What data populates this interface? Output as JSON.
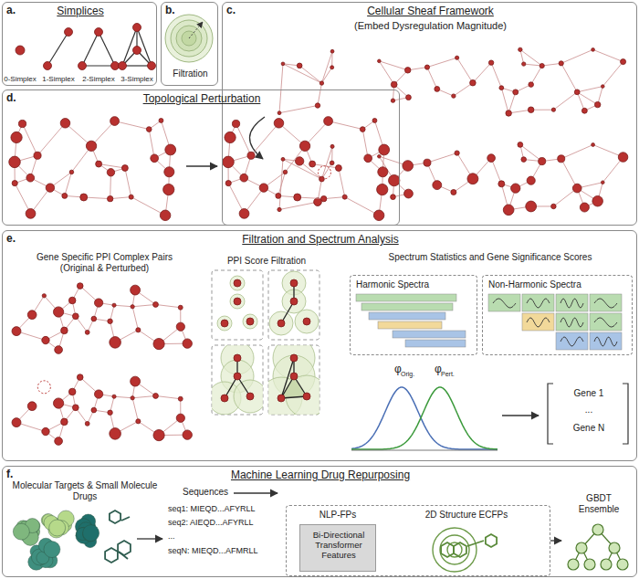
{
  "diagram": {
    "nodes": [
      {
        "text": [
          "a.",
          "Simplices"
        ]
      },
      {
        "text": [
          "b.",
          "Filtration"
        ]
      },
      {
        "text": [
          "c.",
          "Cellular Sheaf Framework",
          "(Embed Dysregulation Magnitude)"
        ]
      },
      {
        "text": [
          "d.",
          "Topological Perturbation"
        ]
      },
      {
        "text": [
          "e.",
          "Filtration and Spectrum Analysis"
        ]
      },
      {
        "text": [
          "Harmonic Spectra"
        ],
        "in": 4
      },
      {
        "text": [
          "Non-Harmonic Spectra"
        ],
        "in": 4
      },
      {
        "text": [
          "Gene 1",
          "...",
          "Gene N"
        ],
        "in": 4
      },
      {
        "text": [
          "f.",
          "Machine Learning Drug Repurposing"
        ]
      },
      {
        "text": [
          "NLP-FPs",
          "2D Structure ECFPs"
        ],
        "in": 8
      },
      {
        "text": [
          "Bi-Directional Transformer Features"
        ],
        "in": 9
      },
      {
        "text": [
          "GBDT Ensemble"
        ],
        "in": 8
      }
    ],
    "edges": [
      {
        "from": 9,
        "to": 11,
        "arrow": "to"
      }
    ],
    "labels": [
      "0-Simplex",
      "1-Simplex",
      "2-Simplex",
      "3-Simplex",
      "Gene Specific PPI Complex Pairs (Original & Perturbed)",
      "PPI Score Filtration",
      "Spectrum Statistics and Gene Significance Scores",
      "φ",
      "Orig.",
      "φ",
      "Pert.",
      "Molecular Targets & Small Molecule Drugs",
      "Sequences",
      "seq1: MIEQD...AFYRLL",
      "seq2: AIEQD...AFYRLL",
      "...",
      "seqN: MIEQD...AFMRLL"
    ]
  }
}
